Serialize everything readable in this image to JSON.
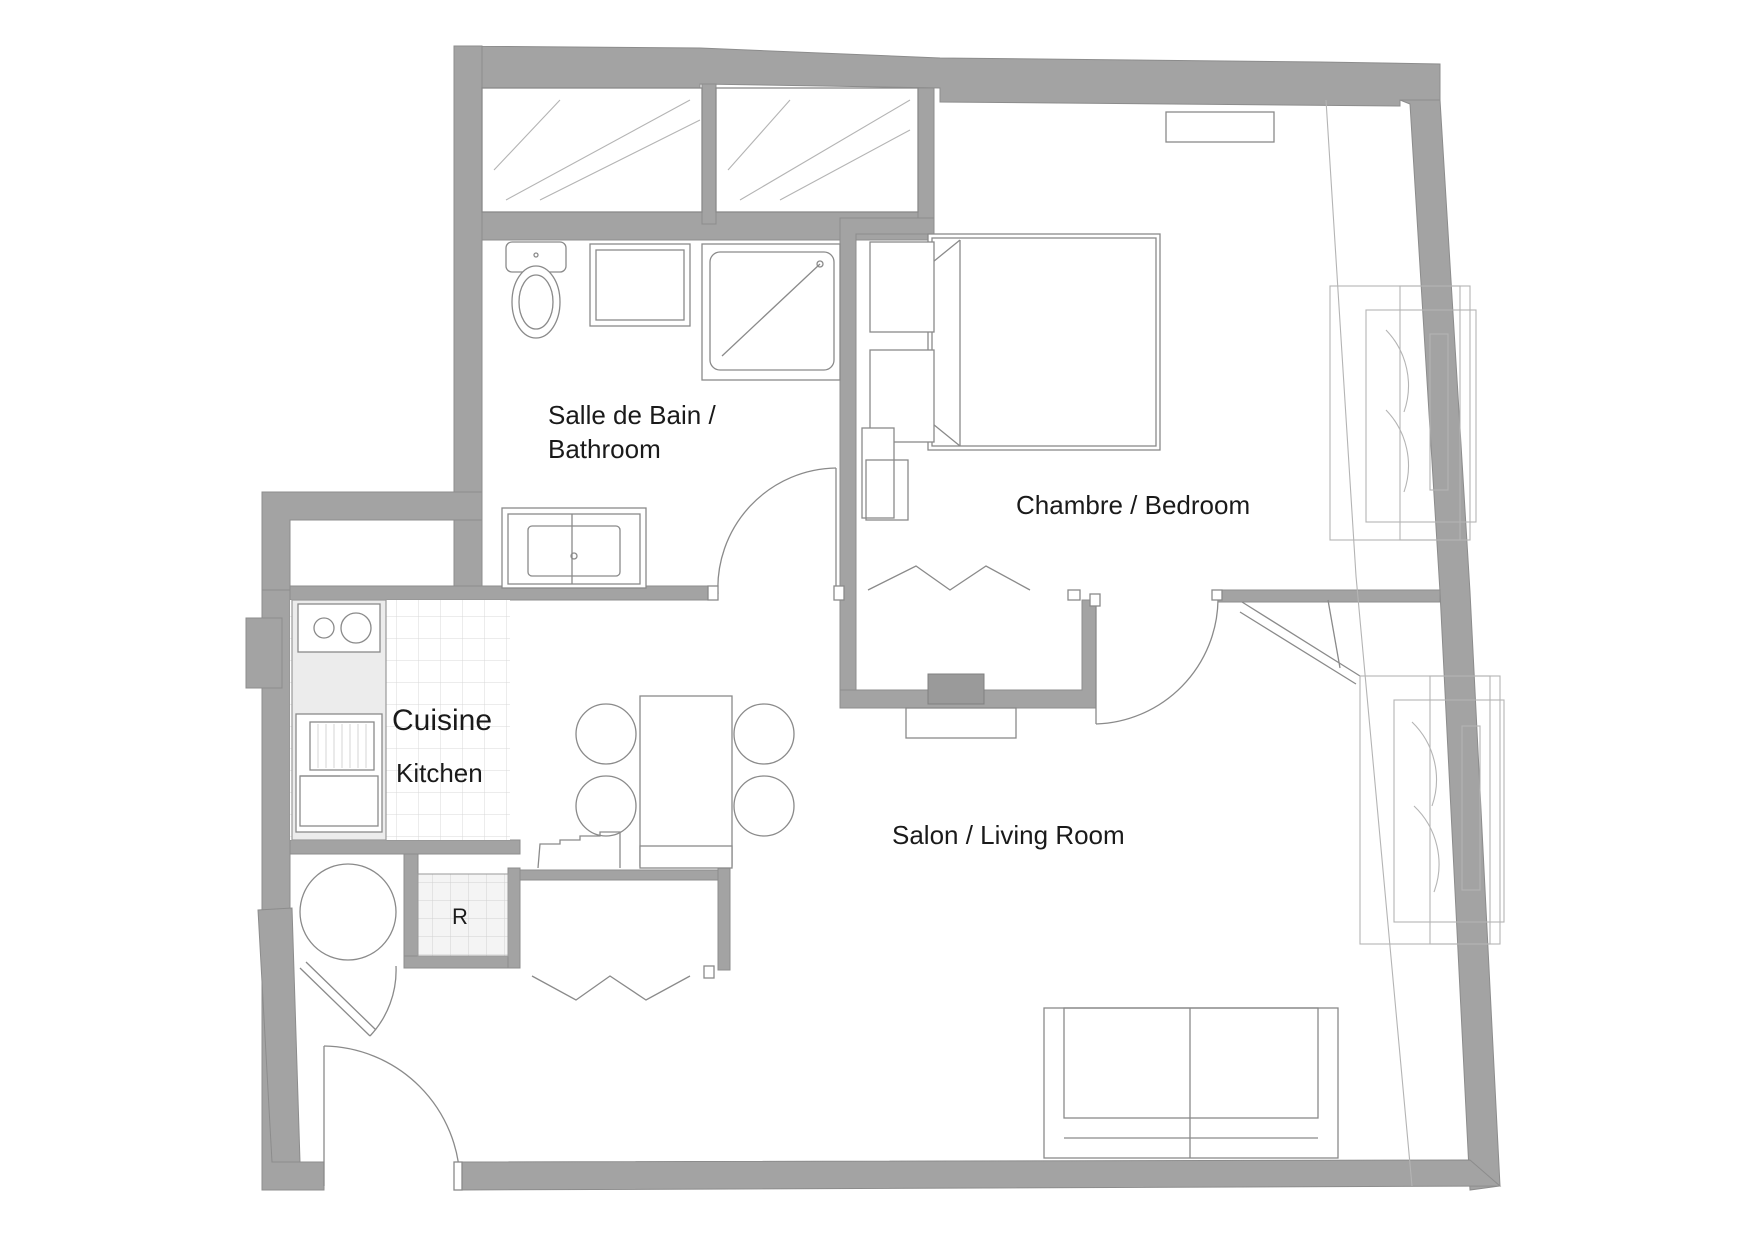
{
  "rooms": {
    "bathroom": {
      "line1": "Salle de Bain /",
      "line2": "Bathroom"
    },
    "bedroom": {
      "label": "Chambre / Bedroom"
    },
    "kitchen": {
      "line1": "Cuisine",
      "line2": "Kitchen"
    },
    "living": {
      "label": "Salon / Living Room"
    },
    "fridge": {
      "label": "R"
    }
  },
  "colors": {
    "wall": "#a3a3a3",
    "line": "#8a8a8a",
    "tile": "#d6d6d6",
    "text": "#1a1a1a"
  }
}
